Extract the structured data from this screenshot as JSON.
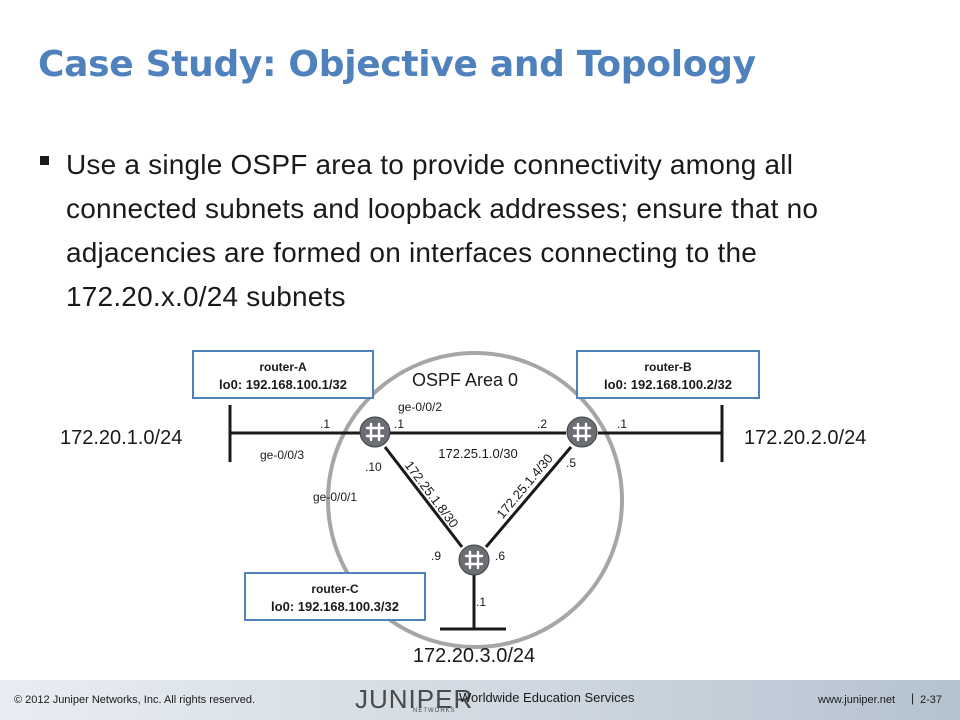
{
  "slide": {
    "title": "Case Study: Objective and Topology",
    "bullet": "Use a single OSPF area to provide connectivity among all connected subnets and loopback addresses; ensure that no adjacencies are formed on interfaces connecting to the 172.20.x.0/24 subnets"
  },
  "diagram": {
    "area_label": "OSPF Area 0",
    "router_a": {
      "name": "router-A",
      "loopback": "lo0: 192.168.100.1/32"
    },
    "router_b": {
      "name": "router-B",
      "loopback": "lo0: 192.168.100.2/32"
    },
    "router_c": {
      "name": "router-C",
      "loopback": "lo0: 192.168.100.3/32"
    },
    "subnets": {
      "left": "172.20.1.0/24",
      "right": "172.20.2.0/24",
      "bottom": "172.20.3.0/24"
    },
    "links": {
      "a_b": "172.25.1.0/30",
      "a_c": "172.25.1.8/30",
      "b_c": "172.25.1.4/30"
    },
    "interfaces": {
      "a_top": "ge-0/0/2",
      "a_left": "ge-0/0/3",
      "a_bottom": "ge-0/0/1"
    },
    "host_ids": {
      "a_left": ".1",
      "a_right": ".1",
      "a_down": ".10",
      "b_left": ".2",
      "b_right": ".1",
      "b_down": ".5",
      "c_left": ".9",
      "c_right": ".6",
      "c_down": ".1"
    },
    "colors": {
      "area_fill": "#ffffff",
      "area_stroke": "#a6a6a6",
      "box_stroke": "#4f81bd",
      "router_fill": "#6b6e73"
    }
  },
  "footer": {
    "copyright": "© 2012 Juniper Networks, Inc. All rights reserved.",
    "logo": "JUNIPER",
    "logo_sub": "NETWORKS",
    "tagline": "Worldwide Education Services",
    "url": "www.juniper.net",
    "separator": "|",
    "page": "2-37"
  }
}
